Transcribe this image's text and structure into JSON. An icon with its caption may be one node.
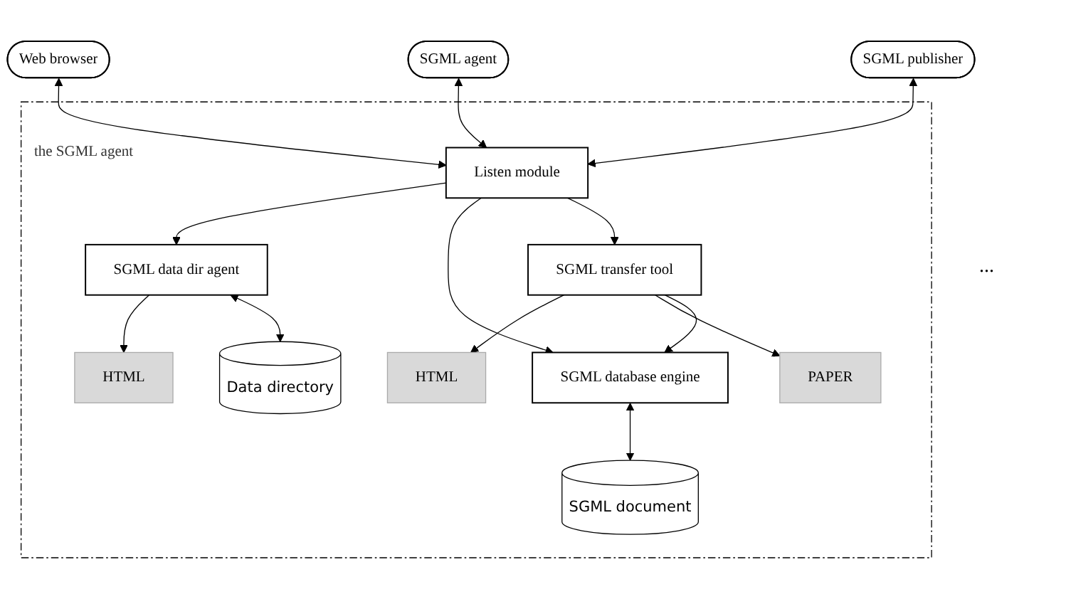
{
  "diagram": {
    "nodes": [
      {
        "text": [
          "Web browser"
        ]
      },
      {
        "text": [
          "SGML agent"
        ]
      },
      {
        "text": [
          "SGML publisher"
        ]
      },
      {
        "text": [
          "the SGML agent"
        ]
      },
      {
        "text": [
          "Listen module"
        ],
        "in": 3
      },
      {
        "text": [
          "HTML"
        ],
        "in": 3
      },
      {
        "text": [
          "SGML transfer tool"
        ],
        "in": 3
      },
      {
        "text": [
          "PAPER"
        ],
        "in": 3
      },
      {
        "text": [
          "SGML data dir agent"
        ],
        "in": 3
      },
      {
        "text": [
          "HTML"
        ],
        "in": 3
      },
      {
        "text": [
          "SGML database engine"
        ],
        "in": 3
      },
      {
        "text": [
          "Data directory"
        ],
        "in": 3
      },
      {
        "text": [
          "SGML document"
        ],
        "in": 3
      }
    ],
    "edges": [
      {
        "from": 0,
        "to": 4,
        "arrow": "both"
      },
      {
        "from": 1,
        "to": 4,
        "arrow": "both"
      },
      {
        "from": 2,
        "to": 4,
        "arrow": "both"
      },
      {
        "from": 4,
        "to": 8,
        "arrow": "to"
      },
      {
        "from": 4,
        "to": 10,
        "arrow": "to"
      },
      {
        "from": 4,
        "to": 6,
        "arrow": "to"
      },
      {
        "from": 6,
        "to": 5,
        "arrow": "to"
      },
      {
        "from": 6,
        "to": 7,
        "arrow": "to"
      },
      {
        "from": 6,
        "to": 10,
        "arrow": "to"
      },
      {
        "from": 8,
        "to": 9,
        "arrow": "to"
      },
      {
        "from": 8,
        "to": 11,
        "arrow": "both"
      },
      {
        "from": 10,
        "to": 12,
        "arrow": "both"
      }
    ],
    "labels": [
      "..."
    ]
  }
}
